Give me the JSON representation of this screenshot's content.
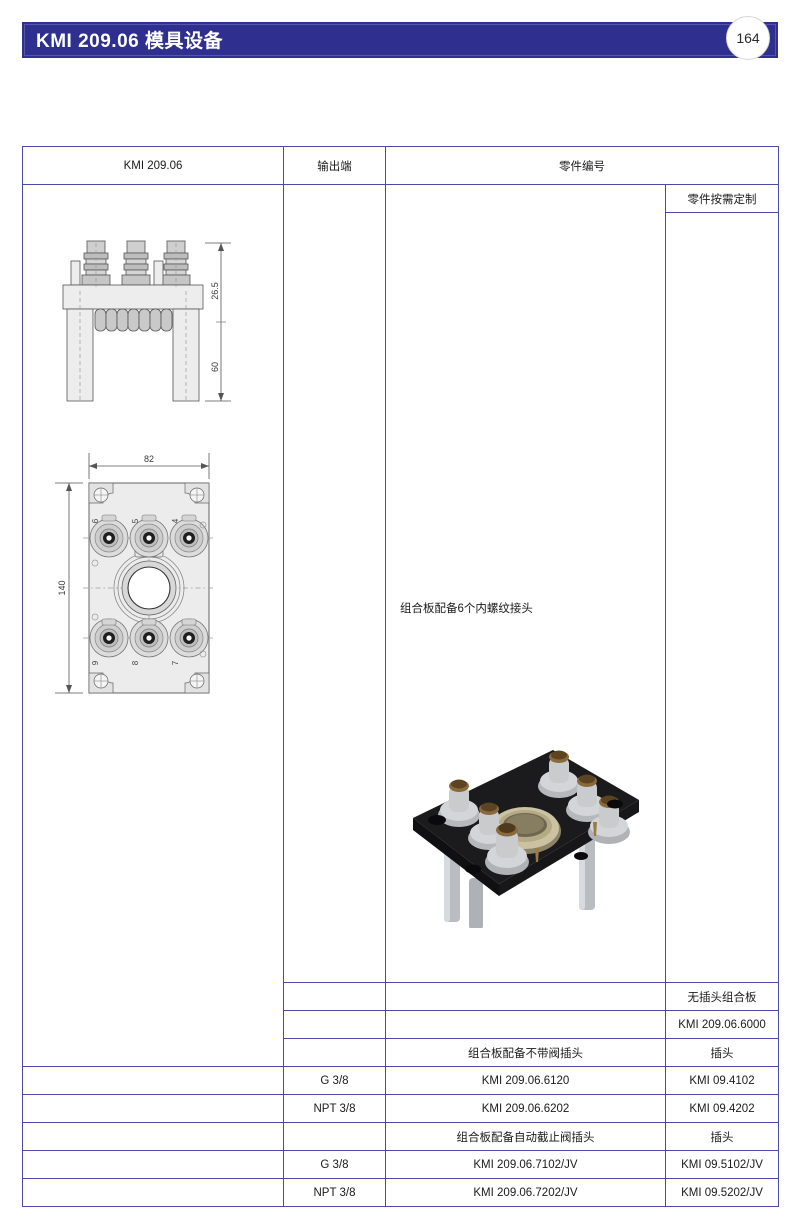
{
  "header": {
    "title": "KMI 209.06 模具设备",
    "page_number": "164",
    "bar_color": "#2e2f8f"
  },
  "table": {
    "border_color": "#4b4ba6",
    "columns": {
      "model": "KMI 209.06",
      "outlet": "输出端",
      "part_number": "零件编号"
    },
    "description_main": "组合板配备6个内螺纹接头",
    "custom_note": "零件按需定制",
    "no_plug_label": "无插头组合板",
    "no_plug_code": "KMI 209.06.6000",
    "group_no_valve": "组合板配备不带阀插头",
    "group_auto_valve": "组合板配备自动截止阀插头",
    "plug_label_1": "插头",
    "plug_label_2": "插头",
    "rows": [
      {
        "outlet": "G 3/8",
        "part": "KMI 209.06.6120",
        "plug": "KMI 09.4102"
      },
      {
        "outlet": "NPT 3/8",
        "part": "KMI 209.06.6202",
        "plug": "KMI 09.4202"
      },
      {
        "outlet": "G 3/8",
        "part": "KMI 209.06.7102/JV",
        "plug": "KMI 09.5102/JV"
      },
      {
        "outlet": "NPT 3/8",
        "part": "KMI 209.06.7202/JV",
        "plug": "KMI 09.5202/JV"
      }
    ]
  },
  "drawings": {
    "side_view": {
      "dim_upper": "26.5",
      "dim_lower": "60"
    },
    "plan_view": {
      "dim_width": "82",
      "dim_height": "140",
      "ports_top": [
        "6",
        "5",
        "4"
      ],
      "ports_bottom": [
        "9",
        "8",
        "7"
      ]
    }
  }
}
